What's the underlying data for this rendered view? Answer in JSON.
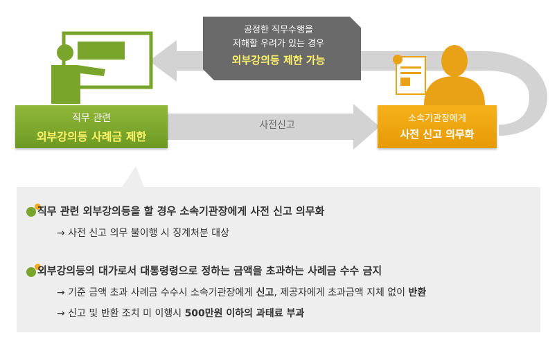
{
  "diagram": {
    "left_box": {
      "line1": "직무 관련",
      "line2": "외부강의등 사례금 제한"
    },
    "right_box": {
      "line1": "소속기관장에게",
      "line2": "사전 신고 의무화"
    },
    "callout": {
      "line1": "공정한 직무수행을",
      "line2": "저해할 우려가 있는 경우",
      "line3": "외부강의등 제한 가능"
    },
    "arrow_label": "사전신고"
  },
  "info": {
    "bullet1": {
      "title": "직무 관련 외부강의등을 할 경우 소속기관장에게 사전 신고 의무화",
      "sub1": "→ 사전 신고 의무 불이행 시 징계처분 대상"
    },
    "bullet2": {
      "title": "외부강의등의 대가로서 대통령령으로 정하는 금액을 초과하는 사례금 수수 금지",
      "sub1_a": "→ 기준 금액 초과 사례금 수수시 소속기관장에게 ",
      "sub1_b": "신고",
      "sub1_c": ", 제공자에게 초과금액 지체 없이 ",
      "sub1_d": "반환",
      "sub2_a": "→ 신고 및 반환 조치 미 이행시 ",
      "sub2_b": "500만원 이하의 과태료 부과"
    }
  },
  "colors": {
    "green": "#7aa52c",
    "orange": "#f2a81a",
    "highlight_yellow": "#fff36a",
    "callout_gray": "#6d6d6d",
    "arrow_gray": "#d3d3d3"
  },
  "icons": [
    "teacher-at-board-icon",
    "person-with-certificate-icon"
  ]
}
